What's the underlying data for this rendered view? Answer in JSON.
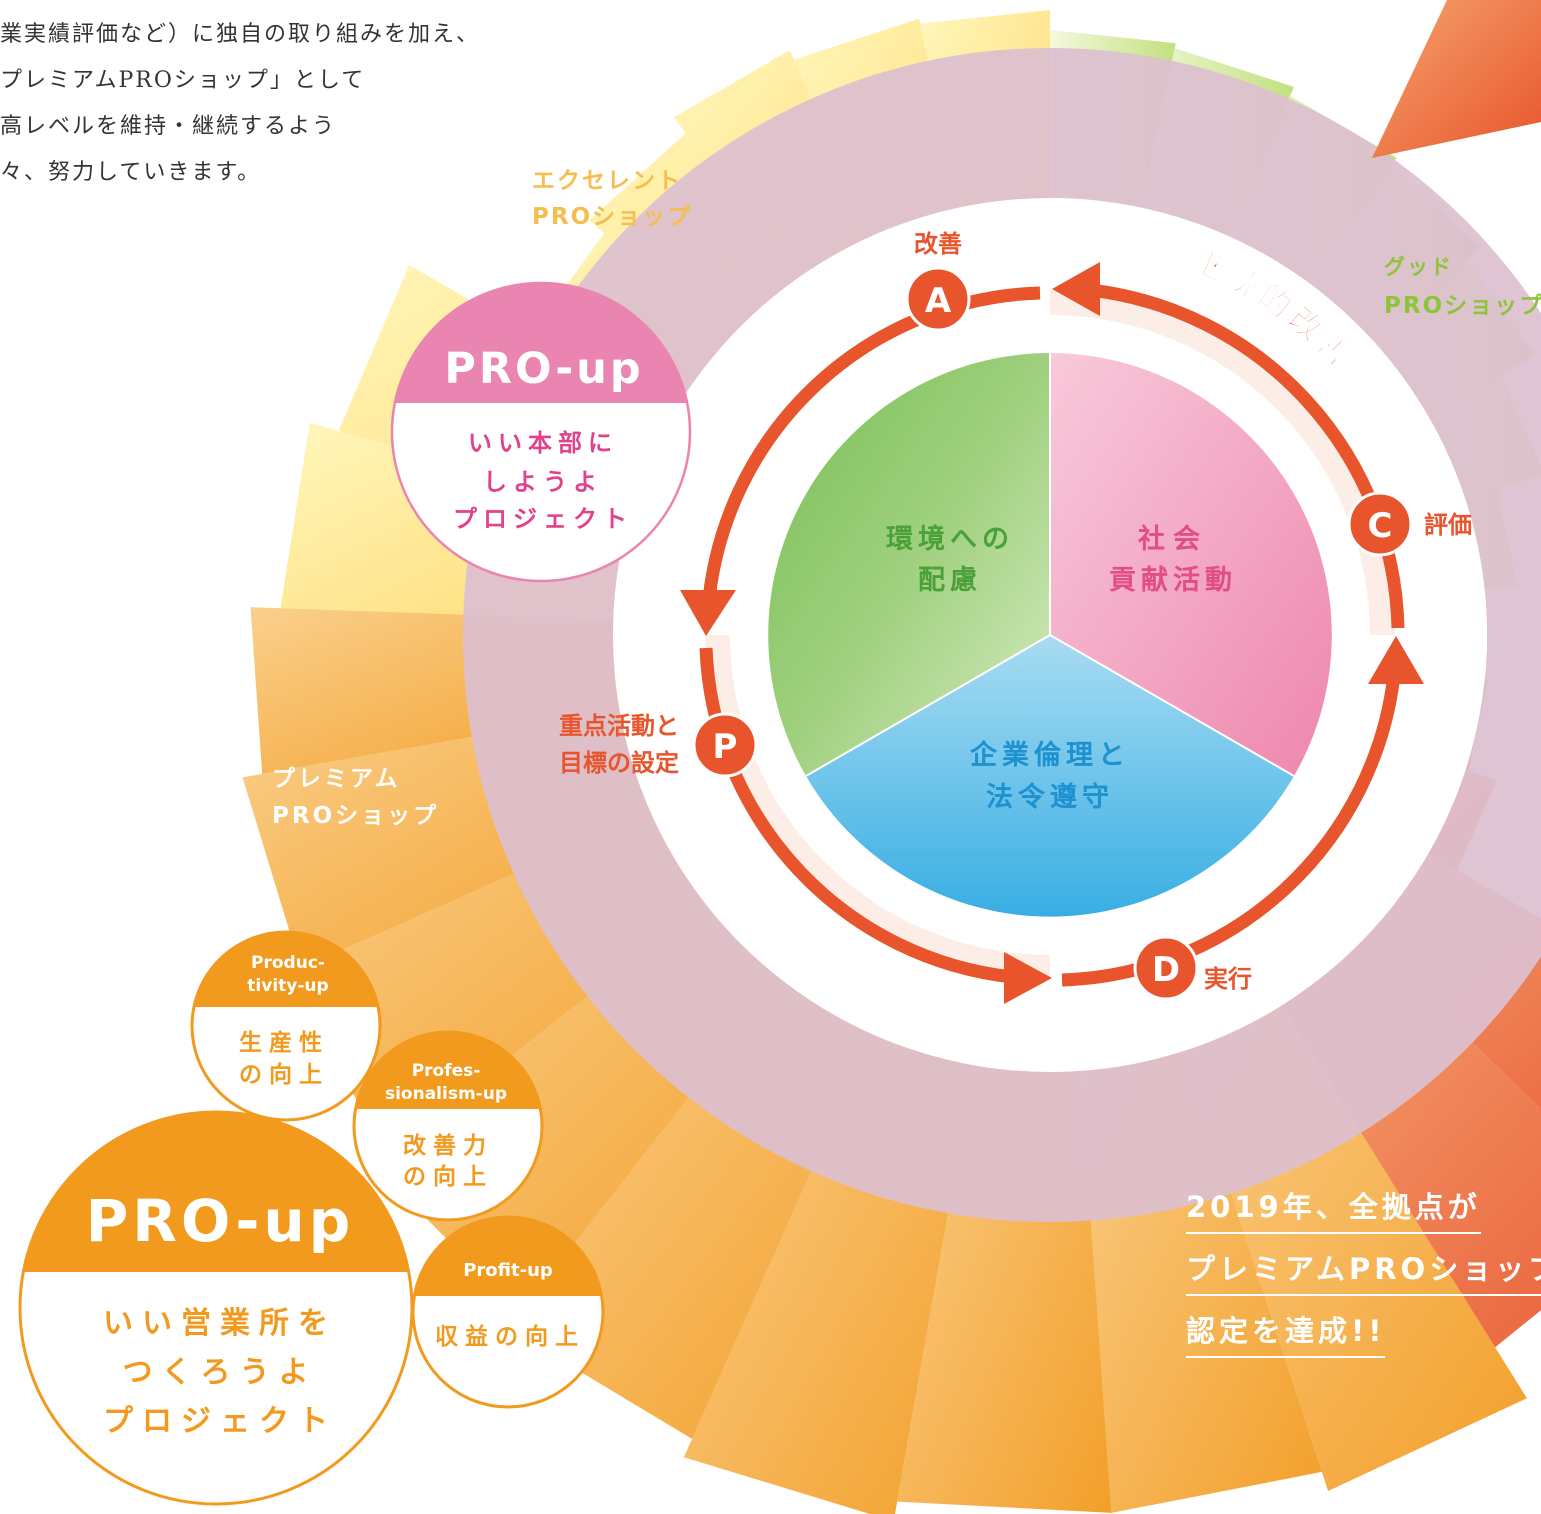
{
  "intro_lines": [
    "業実績評価など）に独自の取り組みを加え、",
    "プレミアムPROショップ」として",
    "高レベルを維持・継続するよう",
    "々、努力していきます。"
  ],
  "levels": {
    "excellent": [
      "エクセレント",
      "PROショップ"
    ],
    "good": [
      "グッド",
      "PROショップ"
    ],
    "premium": [
      "プレミアム",
      "PROショップ"
    ]
  },
  "cycle": {
    "center": {
      "environment": [
        "環境への",
        "配慮"
      ],
      "social": [
        "社会",
        "貢献活動"
      ],
      "ethics": [
        "企業倫理と",
        "法令遵守"
      ]
    },
    "steps": {
      "plan": {
        "letter": "P",
        "label": [
          "重点活動と",
          "目標の設定"
        ]
      },
      "do": {
        "letter": "D",
        "label": [
          "実行"
        ]
      },
      "check": {
        "letter": "C",
        "label": [
          "評価"
        ]
      },
      "act": {
        "letter": "A",
        "label": [
          "改善"
        ]
      }
    },
    "continuous": "継続的改善"
  },
  "hq_project": {
    "title": "PRO-up",
    "lines": [
      "いい本部に",
      "しようよ",
      "プロジェクト"
    ]
  },
  "office_project": {
    "title": "PRO-up",
    "lines": [
      "いい営業所を",
      "つくろうよ",
      "プロジェクト"
    ]
  },
  "sub_goals": [
    {
      "en": [
        "Produc-",
        "tivity-up"
      ],
      "jp": [
        "生産性",
        "の向上"
      ]
    },
    {
      "en": [
        "Profes-",
        "sionalism-up"
      ],
      "jp": [
        "改善力",
        "の向上"
      ]
    },
    {
      "en": [
        "Profit-up"
      ],
      "jp": [
        "収益の向上"
      ]
    }
  ],
  "achievement": [
    "2019年、全拠点が",
    "プレミアムPROショップ",
    "認定を達成!!"
  ],
  "colors": {
    "orange_red": "#E8542C",
    "pink": "#E985B0",
    "green": "#8DC764",
    "blue": "#3BB0E5",
    "amber": "#F29A1E",
    "yellow": "#FFE78A",
    "lime": "#C9E38A",
    "mauve": "#DDBFD0"
  }
}
